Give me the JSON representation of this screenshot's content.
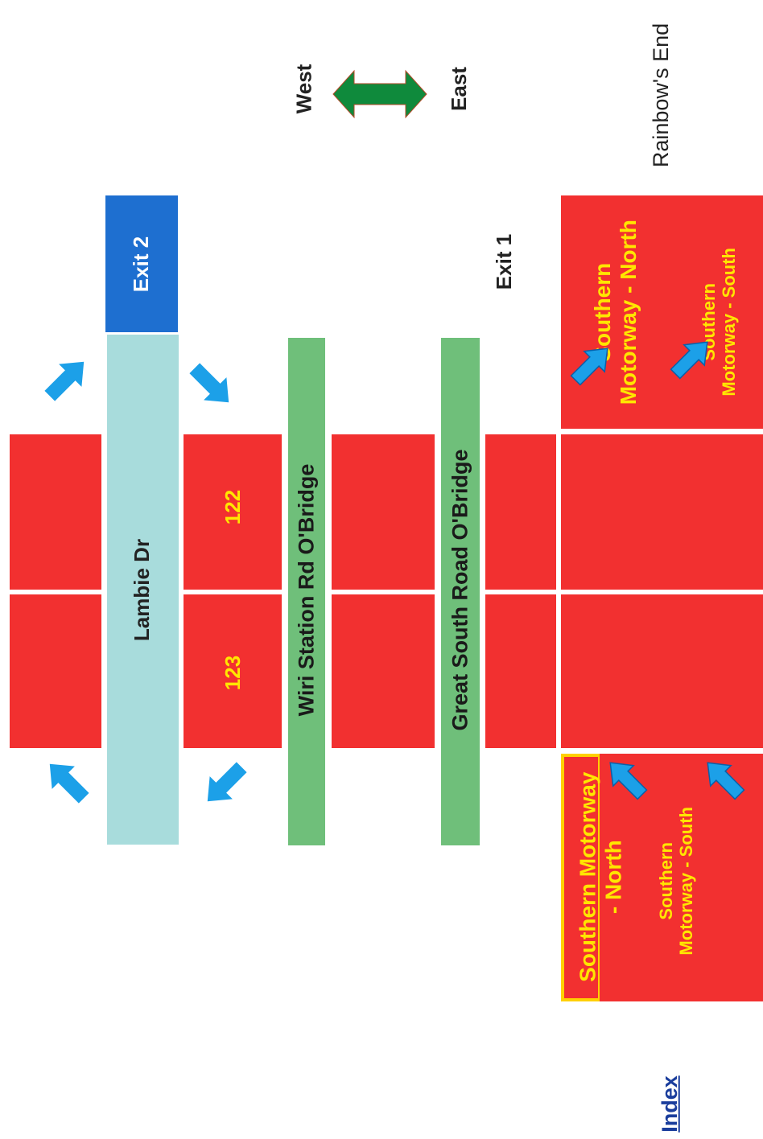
{
  "roads": {
    "lambie": "Lambie Dr",
    "wiri": "Wiri Station Rd O'Bridge",
    "great_south": "Great South Road O'Bridge"
  },
  "exits": {
    "exit2": "Exit 2",
    "exit1": "Exit 1"
  },
  "compass": {
    "west": "West",
    "east": "East"
  },
  "places": {
    "rainbows_end": "Rainbow's End"
  },
  "blocks": {
    "b123": "123",
    "b122": "122"
  },
  "lower_block": {
    "line1": "Southern Motorway",
    "line2": "- North",
    "line3": "Southern",
    "line4": "Motorway - South"
  },
  "upper_block": {
    "line1": "Southern",
    "line2": "Motorway - North",
    "line3": "Southern",
    "line4": "Motorway - South"
  },
  "nav": {
    "index": "Index"
  },
  "colors": {
    "red_block": "#f23030",
    "lambie_road": "#a8dcdc",
    "overbridge": "#6fbf7a",
    "exit2_box": "#1e6fd0",
    "arrow_blue": "#1ca0e8",
    "compass_green": "#0f8a3c",
    "label_yellow": "#ffe600",
    "index_link": "#1a3d9c"
  }
}
